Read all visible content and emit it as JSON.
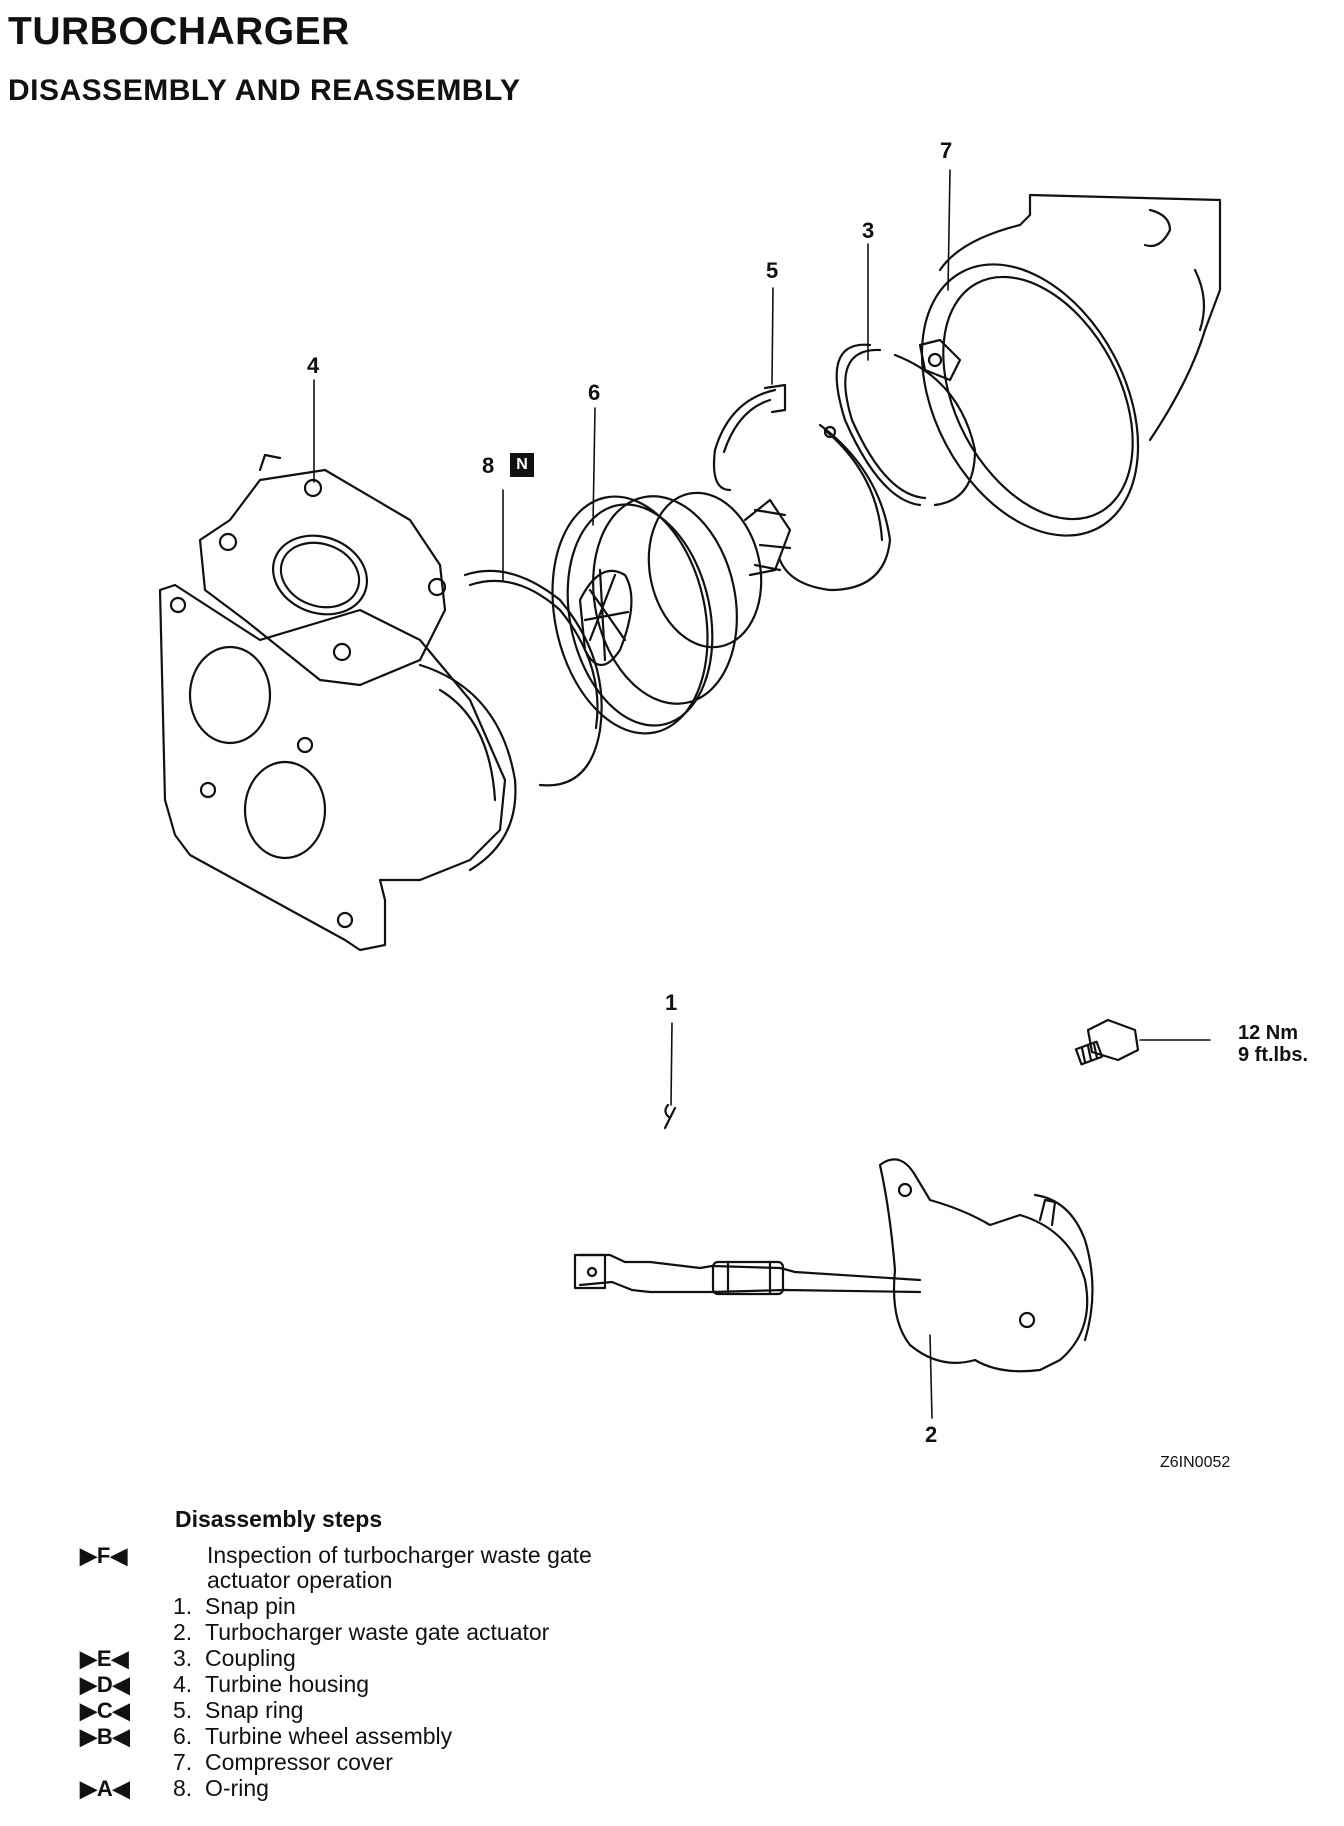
{
  "header": {
    "title": "TURBOCHARGER",
    "subtitle": "DISASSEMBLY AND REASSEMBLY"
  },
  "diagram": {
    "callouts": {
      "c1": "1",
      "c2": "2",
      "c3": "3",
      "c4": "4",
      "c5": "5",
      "c6": "6",
      "c7": "7",
      "c8": "8"
    },
    "new_part_badge": "N",
    "torque": {
      "nm": "12 Nm",
      "ftlbs": "9 ft.lbs."
    },
    "figure_id": "Z6IN0052"
  },
  "steps": {
    "title": "Disassembly steps",
    "items": [
      {
        "marker": "▶F◀",
        "num": "",
        "line1": "Inspection of turbocharger waste gate",
        "line2": "actuator operation"
      },
      {
        "marker": "",
        "num": "1.",
        "line1": "Snap pin"
      },
      {
        "marker": "",
        "num": "2.",
        "line1": "Turbocharger waste gate actuator"
      },
      {
        "marker": "▶E◀",
        "num": "3.",
        "line1": "Coupling"
      },
      {
        "marker": "▶D◀",
        "num": "4.",
        "line1": "Turbine housing"
      },
      {
        "marker": "▶C◀",
        "num": "5.",
        "line1": "Snap ring"
      },
      {
        "marker": "▶B◀",
        "num": "6.",
        "line1": "Turbine wheel assembly"
      },
      {
        "marker": "",
        "num": "7.",
        "line1": "Compressor cover"
      },
      {
        "marker": "▶A◀",
        "num": "8.",
        "line1": "O-ring"
      }
    ]
  }
}
